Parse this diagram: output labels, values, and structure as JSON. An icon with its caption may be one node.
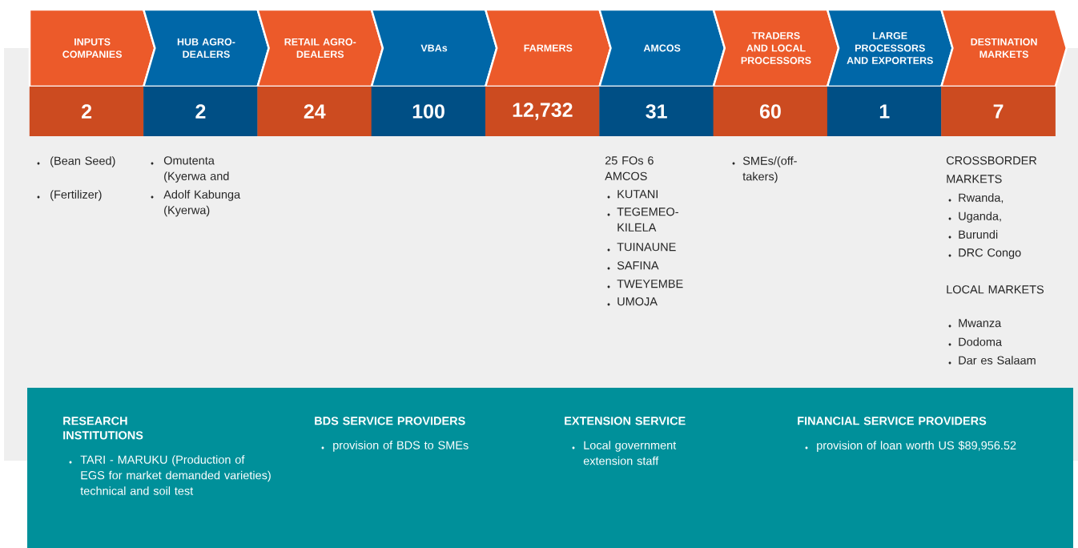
{
  "diagram": {
    "nodes": [
      {
        "text": [
          "INPUTS COMPANIES"
        ]
      },
      {
        "text": [
          "HUB AGRO-DEALERS"
        ]
      },
      {
        "text": [
          "RETAIL AGRO-DEALERS"
        ]
      },
      {
        "text": [
          "VBAs"
        ]
      },
      {
        "text": [
          "FARMERS"
        ]
      },
      {
        "text": [
          "AMCOS"
        ]
      },
      {
        "text": [
          "TRADERS AND LOCAL PROCESSORS"
        ]
      },
      {
        "text": [
          "LARGE PROCESSORS AND EXPORTERS"
        ]
      },
      {
        "text": [
          "DESTINATION MARKETS"
        ]
      },
      {
        "text": [
          "2"
        ]
      },
      {
        "text": [
          "2"
        ]
      },
      {
        "text": [
          "24"
        ]
      },
      {
        "text": [
          "100"
        ]
      },
      {
        "text": [
          "12,732"
        ]
      },
      {
        "text": [
          "31"
        ]
      },
      {
        "text": [
          "60"
        ]
      },
      {
        "text": [
          "1"
        ]
      },
      {
        "text": [
          "7"
        ]
      }
    ],
    "labels": [
      "(Bean Seed)",
      "(Fertilizer)",
      "Omutenta (Kyerwa and",
      "Adolf Kabunga (Kyerwa)",
      "25 FOs 6 AMCOS",
      "KUTANI",
      "TEGEMEO-KILELA",
      "TUINAUNE",
      "SAFINA",
      "TWEYEMBE",
      "UMOJA",
      "SMEs/(off-takers)",
      "CROSSBORDER MARKETS",
      "Rwanda,",
      "Uganda,",
      "Burundi",
      "DRC Congo",
      "LOCAL MARKETS",
      "Mwanza",
      "Dodoma",
      "Dar es Salaam",
      "RESEARCH INSTITUTIONS",
      "TARI - MARUKU (Production of EGS for market demanded varieties) technical and soil test",
      "BDS SERVICE PROVIDERS",
      "provision of BDS to SMEs",
      "EXTENSION SERVICE",
      "Local government extension staff",
      "FINANCIAL SERVICE PROVIDERS",
      "provision of loan worth US $89,956.52"
    ]
  }
}
